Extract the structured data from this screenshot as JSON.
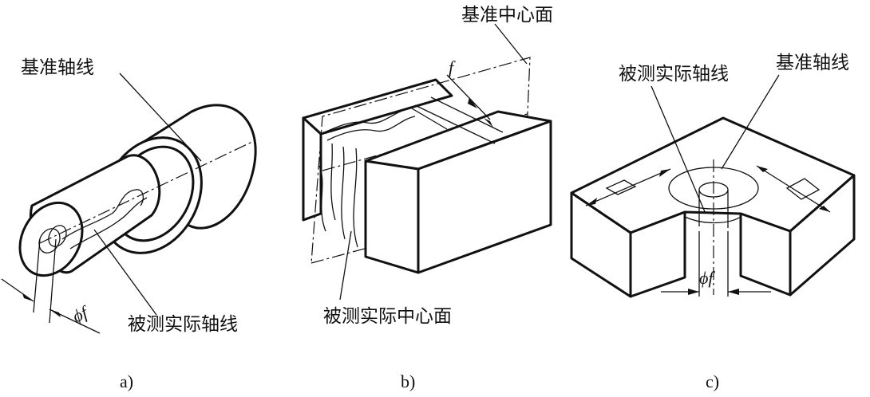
{
  "figure": {
    "a": {
      "caption": "a)",
      "datum_label": "基准轴线",
      "measured_label": "被测实际轴线",
      "tolerance_symbol": "ϕf"
    },
    "b": {
      "caption": "b)",
      "datum_label": "基准中心面",
      "measured_label": "被测实际中心面",
      "tolerance_symbol": "f"
    },
    "c": {
      "caption": "c)",
      "datum_label": "基准轴线",
      "measured_label": "被测实际轴线",
      "tolerance_symbol": "ϕf"
    }
  }
}
